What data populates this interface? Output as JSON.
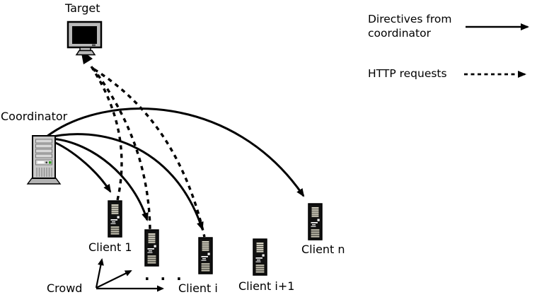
{
  "figure": {
    "nodes": {
      "target": "Target",
      "coordinator": "Coordinator",
      "client_1": "Client 1",
      "client_i": "Client i",
      "client_i_plus_1": "Client i+1",
      "client_n": "Client n",
      "crowd": "Crowd",
      "ellipsis": "· · ·"
    },
    "legend": {
      "directives_line1": "Directives from",
      "directives_line2": "coordinator",
      "http_label": "HTTP requests"
    },
    "colors": {
      "arrow": "#000000",
      "text": "#000000",
      "coordinator_body": "#c9c9c9",
      "coordinator_base": "#b3b3b3",
      "client_body": "#111111",
      "client_panel_light": "#d9d6c6",
      "client_panel_dark": "#c3c0b0",
      "monitor_bezel": "#b9b9b9",
      "monitor_screen": "#000000",
      "led_green": "#2f9e1e"
    }
  }
}
